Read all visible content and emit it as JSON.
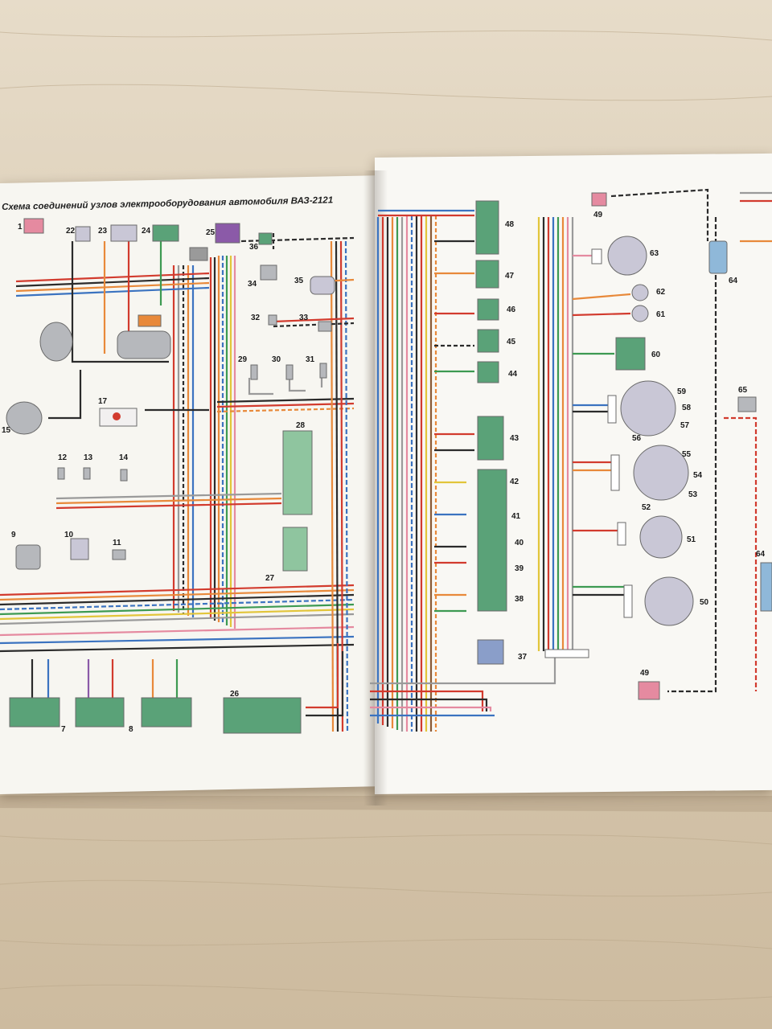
{
  "page": {
    "title": "Схема соединений узлов электрооборудования автомобиля ВАЗ-2121"
  },
  "diagram": {
    "colors": {
      "paper": "#f7f6f1",
      "relay_box": "#5aa278",
      "fuse_block": "#8fc59f",
      "lamp": "#c9c7d6",
      "sensor": "#b6b8bc",
      "wire_red": "#d23b2e",
      "wire_black": "#2b2b2b",
      "wire_orange": "#e8893a",
      "wire_blue": "#3b73c0",
      "wire_green": "#3d9a52",
      "wire_yellow": "#e2c53a",
      "wire_pink": "#e58aa0",
      "wire_gray": "#9a9a9a",
      "wire_brown": "#8a5a36",
      "wire_violet": "#8b5aa8"
    },
    "labels": {
      "left": [
        "1",
        "7",
        "8",
        "9",
        "10",
        "11",
        "12",
        "13",
        "14",
        "15",
        "17",
        "22",
        "23",
        "24",
        "25",
        "26",
        "27",
        "28",
        "29",
        "30",
        "31",
        "32",
        "33",
        "34",
        "35",
        "36"
      ],
      "right": [
        "37",
        "38",
        "39",
        "40",
        "41",
        "42",
        "43",
        "44",
        "45",
        "46",
        "47",
        "48",
        "49",
        "49",
        "50",
        "51",
        "52",
        "53",
        "54",
        "55",
        "56",
        "57",
        "58",
        "59",
        "60",
        "61",
        "62",
        "63",
        "64",
        "64",
        "65"
      ]
    }
  }
}
